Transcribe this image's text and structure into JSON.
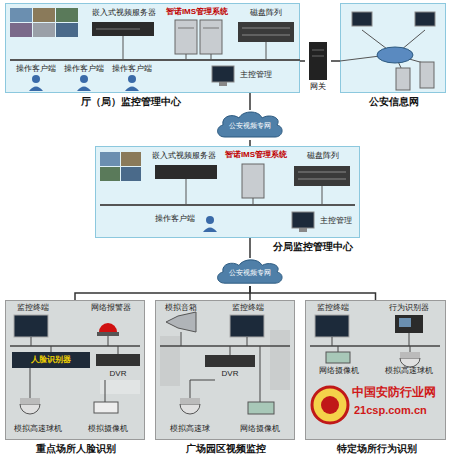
{
  "diagram": {
    "nodes": [
      {
        "text": [
          "厅（局）监控管理中心"
        ]
      },
      {
        "text": [
          "嵌入式视频服务器"
        ],
        "in": 0
      },
      {
        "text": [
          "智诺IMS管理系统"
        ],
        "in": 0
      },
      {
        "text": [
          "磁盘阵列"
        ],
        "in": 0
      },
      {
        "text": [
          "操作客户端"
        ],
        "in": 0
      },
      {
        "text": [
          "操作客户端"
        ],
        "in": 0
      },
      {
        "text": [
          "操作客户端"
        ],
        "in": 0
      },
      {
        "text": [
          "主控管理"
        ],
        "in": 0
      },
      {
        "text": [
          "网关"
        ]
      },
      {
        "text": [
          "公安信息网"
        ]
      },
      {
        "text": [
          "公安视频专网"
        ]
      },
      {
        "text": [
          "分局监控管理中心"
        ]
      },
      {
        "text": [
          "嵌入式视频服务器"
        ],
        "in": 11
      },
      {
        "text": [
          "智诺IMS管理系统"
        ],
        "in": 11
      },
      {
        "text": [
          "磁盘阵列"
        ],
        "in": 11
      },
      {
        "text": [
          "操作客户端"
        ],
        "in": 11
      },
      {
        "text": [
          "主控管理"
        ],
        "in": 11
      },
      {
        "text": [
          "公安视频专网"
        ]
      },
      {
        "text": [
          "重点场所人脸识别"
        ]
      },
      {
        "text": [
          "监控终端"
        ],
        "in": 18
      },
      {
        "text": [
          "网络报警器"
        ],
        "in": 18
      },
      {
        "text": [
          "人脸识别器"
        ],
        "in": 18
      },
      {
        "text": [
          "DVR"
        ],
        "in": 18
      },
      {
        "text": [
          "模拟高速球机"
        ],
        "in": 18
      },
      {
        "text": [
          "模拟摄像机"
        ],
        "in": 18
      },
      {
        "text": [
          "广场园区视频监控"
        ]
      },
      {
        "text": [
          "模拟音箱"
        ],
        "in": 25
      },
      {
        "text": [
          "监控终端"
        ],
        "in": 25
      },
      {
        "text": [
          "DVR"
        ],
        "in": 25
      },
      {
        "text": [
          "模拟高速球"
        ],
        "in": 25
      },
      {
        "text": [
          "网络摄像机"
        ],
        "in": 25
      },
      {
        "text": [
          "特定场所行为识别"
        ]
      },
      {
        "text": [
          "监控终端"
        ],
        "in": 31
      },
      {
        "text": [
          "行为识别器"
        ],
        "in": 31
      },
      {
        "text": [
          "网络摄像机"
        ],
        "in": 31
      },
      {
        "text": [
          "模拟高速球机"
        ],
        "in": 31
      }
    ],
    "edges": [
      {
        "from": 0,
        "to": 8,
        "arrow": "none"
      },
      {
        "from": 8,
        "to": 9,
        "arrow": "none"
      },
      {
        "from": 0,
        "to": 10,
        "arrow": "none"
      },
      {
        "from": 10,
        "to": 11,
        "arrow": "none"
      },
      {
        "from": 11,
        "to": 17,
        "arrow": "none"
      },
      {
        "from": 17,
        "to": 18,
        "arrow": "none"
      },
      {
        "from": 17,
        "to": 25,
        "arrow": "none"
      },
      {
        "from": 17,
        "to": 31,
        "arrow": "none"
      }
    ],
    "labels": [
      "中国安防行业网",
      "21csp.com.cn"
    ]
  }
}
